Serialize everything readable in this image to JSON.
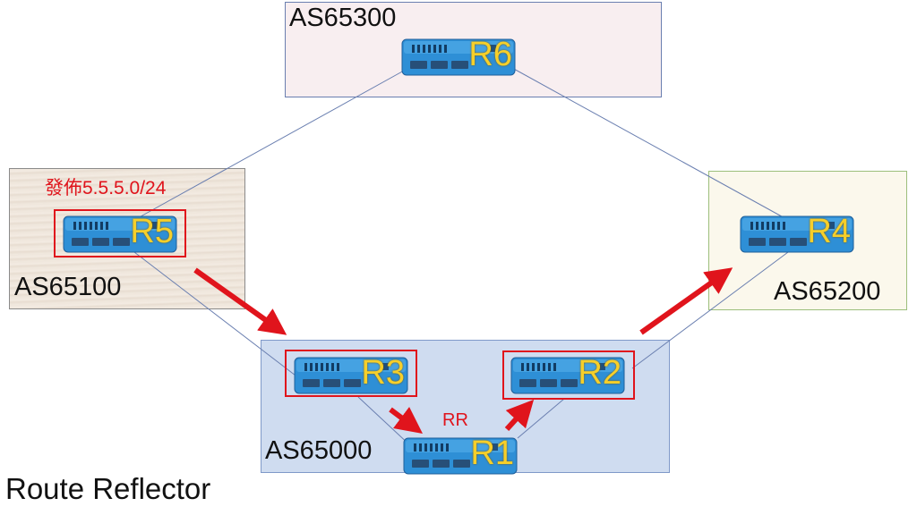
{
  "autonomous_systems": {
    "as65300": "AS65300",
    "as65100": "AS65100",
    "as65200": "AS65200",
    "as65000": "AS65000"
  },
  "routers": {
    "r1": "R1",
    "r2": "R2",
    "r3": "R3",
    "r4": "R4",
    "r5": "R5",
    "r6": "R6"
  },
  "annotations": {
    "announce": "發佈5.5.5.0/24",
    "rr": "RR"
  },
  "caption": "Route Reflector",
  "colors": {
    "router_body": "#2e8fd6",
    "router_label": "#f6cf2a",
    "highlight": "#e0141c",
    "arrow": "#e0141c",
    "link": "#6a7fb0"
  }
}
